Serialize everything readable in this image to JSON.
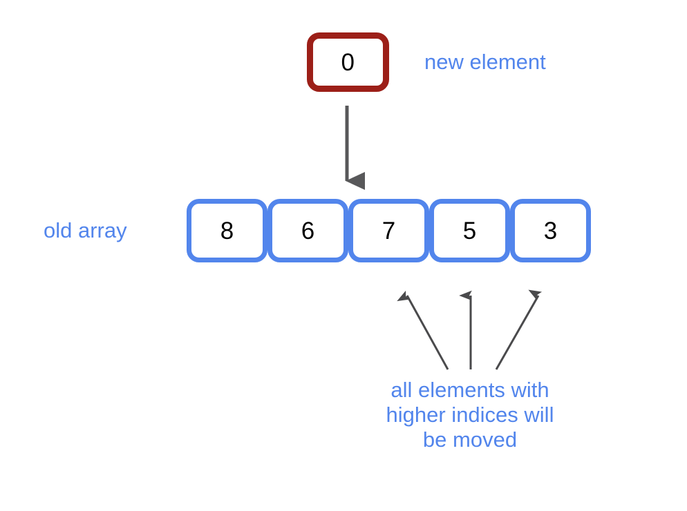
{
  "diagram": {
    "title_absent": true,
    "background_color": "#ffffff",
    "colors": {
      "array_border": "#5285ec",
      "label_blue": "#5285ec",
      "new_element_border": "#9c1f18",
      "arrow_gray": "#58585a",
      "value_text": "#000000"
    },
    "new_element": {
      "value": "0",
      "label": "new element"
    },
    "old_array": {
      "label": "old array",
      "values": [
        "8",
        "6",
        "7",
        "5",
        "3"
      ]
    },
    "insert_arrow": {
      "name": "insertion-arrow",
      "direction": "down"
    },
    "moved_caption": {
      "line1": "all elements with",
      "line2": "higher indices will",
      "line3": "be moved",
      "arrow_count": 3,
      "arrow_targets": [
        "7",
        "5",
        "3"
      ]
    }
  }
}
